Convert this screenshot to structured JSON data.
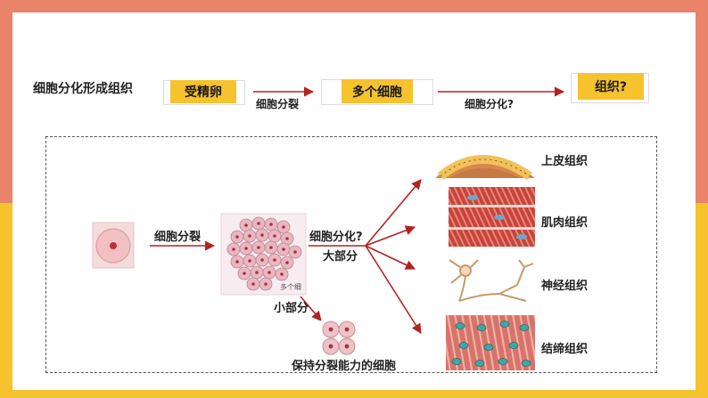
{
  "top_row": {
    "heading": "细胞分化形成组织",
    "step1": "受精卵",
    "arrow1_label": "细胞分裂",
    "step2": "多个细胞",
    "arrow2_label": "细胞分化?",
    "step3": "组织?"
  },
  "diagram": {
    "arrow_split_label": "细胞分裂",
    "arrow_diff_label": "细胞分化?",
    "major_label": "大部分",
    "minor_label": "小部分",
    "cluster_caption": "多个细",
    "keep_dividing_label": "保持分裂能力的细胞",
    "tissues": [
      "上皮组织",
      "肌肉组织",
      "神经组织",
      "结缔组织"
    ]
  },
  "colors": {
    "accent_orange": "#E9846B",
    "accent_yellow": "#F6C32E",
    "arrow_red": "#B22222"
  }
}
